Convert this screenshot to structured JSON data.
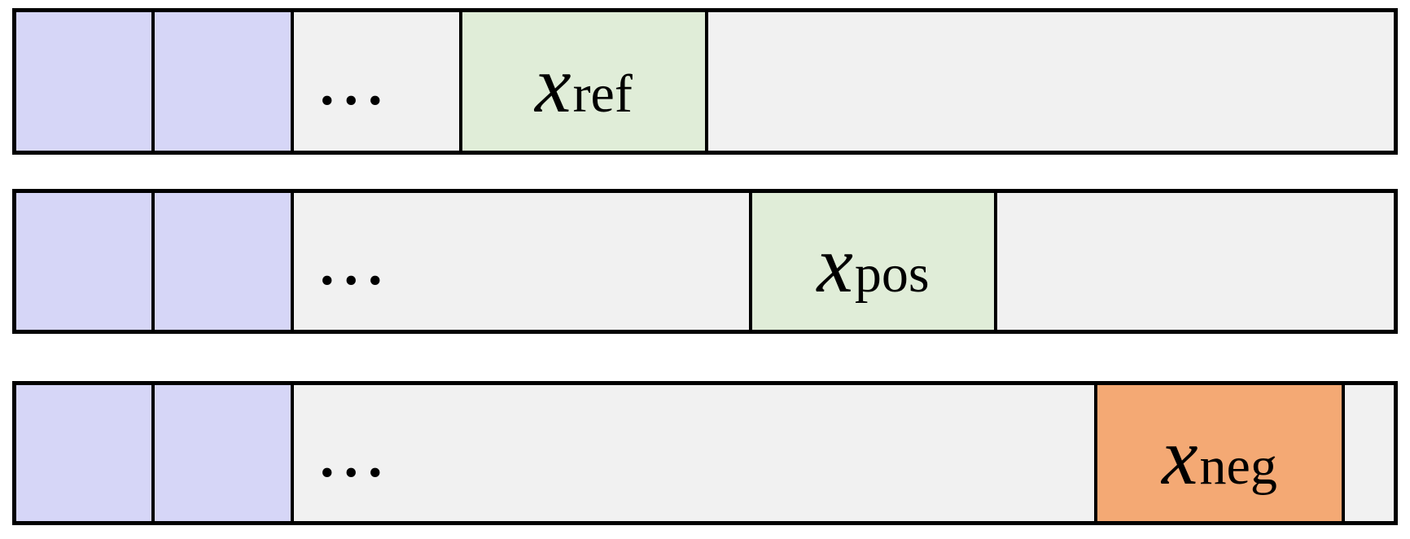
{
  "colors": {
    "bg": "#ffffff",
    "border": "#000000",
    "token": "#d6d6f7",
    "filler": "#f1f1f1",
    "highlight_green": "#e0edd8",
    "highlight_orange": "#f4a974"
  },
  "rows": [
    {
      "id": "reference",
      "ellipsis": "...",
      "token": {
        "base": "x",
        "sub": "ref",
        "highlight": "green"
      }
    },
    {
      "id": "positive",
      "ellipsis": "...",
      "token": {
        "base": "x",
        "sub": "pos",
        "highlight": "green"
      }
    },
    {
      "id": "negative",
      "ellipsis": "...",
      "token": {
        "base": "x",
        "sub": "neg",
        "highlight": "orange"
      }
    }
  ]
}
